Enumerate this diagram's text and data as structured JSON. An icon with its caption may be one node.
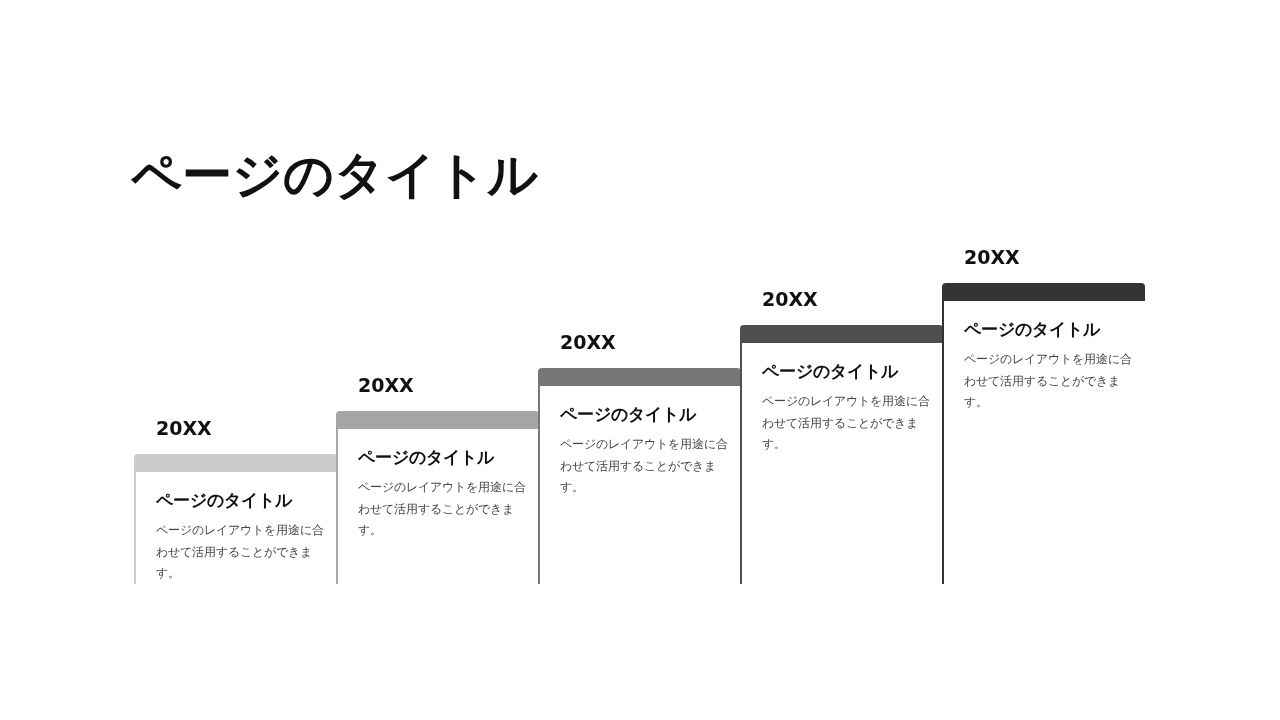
{
  "diagram": {
    "title": "ページのタイトル",
    "nodes": [
      {
        "text": [
          "ページのタイトル",
          "ページのレイアウトを用途に合わせて活用することができます。"
        ],
        "beside": [
          "20XX"
        ]
      },
      {
        "text": [
          "ページのタイトル",
          "ページのレイアウトを用途に合わせて活用することができます。"
        ],
        "beside": [
          "20XX"
        ]
      },
      {
        "text": [
          "ページのタイトル",
          "ページのレイアウトを用途に合わせて活用することができます。"
        ],
        "beside": [
          "20XX"
        ]
      },
      {
        "text": [
          "ページのタイトル",
          "ページのレイアウトを用途に合わせて活用することができます。"
        ],
        "beside": [
          "20XX"
        ]
      },
      {
        "text": [
          "ページのタイトル",
          "ページのレイアウトを用途に合わせて活用することができます。"
        ],
        "beside": [
          "20XX"
        ]
      }
    ]
  }
}
